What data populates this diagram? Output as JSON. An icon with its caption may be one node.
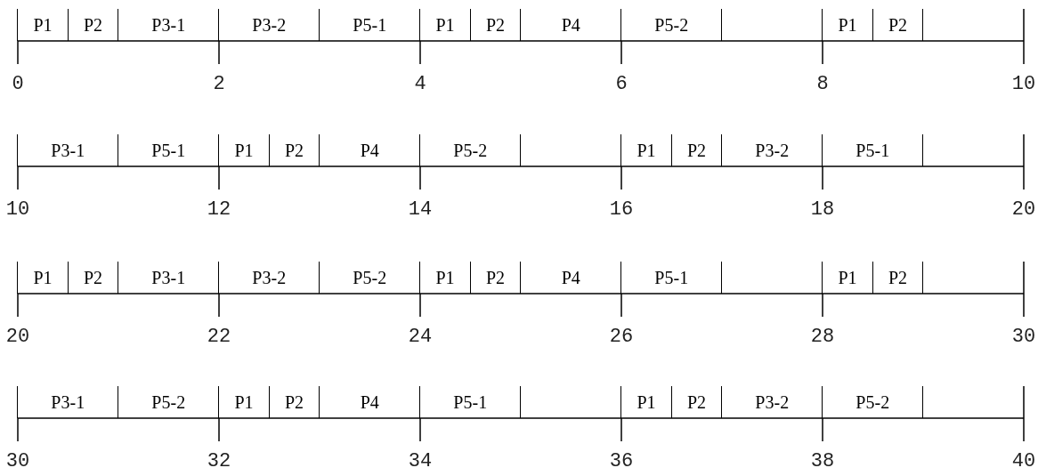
{
  "diagram": {
    "nodes": [
      {
        "text": [
          "P1"
        ]
      },
      {
        "text": [
          "P2"
        ]
      },
      {
        "text": [
          "P3-1"
        ]
      },
      {
        "text": [
          "P3-2"
        ]
      },
      {
        "text": [
          "P5-1"
        ]
      },
      {
        "text": [
          "P1"
        ]
      },
      {
        "text": [
          "P2"
        ]
      },
      {
        "text": [
          "P4"
        ]
      },
      {
        "text": [
          "P5-2"
        ]
      },
      {
        "text": [],
        "shape": "box"
      },
      {
        "text": [
          "P1"
        ]
      },
      {
        "text": [
          "P2"
        ]
      },
      {
        "text": [],
        "shape": "box"
      },
      {
        "text": [
          "P3-1"
        ]
      },
      {
        "text": [
          "P5-1"
        ]
      },
      {
        "text": [
          "P1"
        ]
      },
      {
        "text": [
          "P2"
        ]
      },
      {
        "text": [
          "P4"
        ]
      },
      {
        "text": [
          "P5-2"
        ]
      },
      {
        "text": [],
        "shape": "box"
      },
      {
        "text": [
          "P1"
        ]
      },
      {
        "text": [
          "P2"
        ]
      },
      {
        "text": [
          "P3-2"
        ]
      },
      {
        "text": [
          "P5-1"
        ]
      },
      {
        "text": [],
        "shape": "box"
      },
      {
        "text": [
          "P1"
        ]
      },
      {
        "text": [
          "P2"
        ]
      },
      {
        "text": [
          "P3-1"
        ]
      },
      {
        "text": [
          "P3-2"
        ]
      },
      {
        "text": [
          "P5-2"
        ]
      },
      {
        "text": [
          "P1"
        ]
      },
      {
        "text": [
          "P2"
        ]
      },
      {
        "text": [
          "P4"
        ]
      },
      {
        "text": [
          "P5-1"
        ]
      },
      {
        "text": [],
        "shape": "box"
      },
      {
        "text": [
          "P1"
        ]
      },
      {
        "text": [
          "P2"
        ]
      },
      {
        "text": [],
        "shape": "box"
      },
      {
        "text": [
          "P3-1"
        ]
      },
      {
        "text": [
          "P5-2"
        ]
      },
      {
        "text": [
          "P1"
        ]
      },
      {
        "text": [
          "P2"
        ]
      },
      {
        "text": [
          "P4"
        ]
      },
      {
        "text": [
          "P5-1"
        ]
      },
      {
        "text": [],
        "shape": "box"
      },
      {
        "text": [
          "P1"
        ]
      },
      {
        "text": [
          "P2"
        ]
      },
      {
        "text": [
          "P3-2"
        ]
      },
      {
        "text": [
          "P5-2"
        ]
      },
      {
        "text": [],
        "shape": "box"
      }
    ],
    "labels": [
      "0",
      "2",
      "4",
      "6",
      "8",
      "10",
      "10",
      "12",
      "14",
      "16",
      "18",
      "20",
      "20",
      "22",
      "24",
      "26",
      "28",
      "30",
      "30",
      "32",
      "34",
      "36",
      "38",
      "40"
    ]
  }
}
